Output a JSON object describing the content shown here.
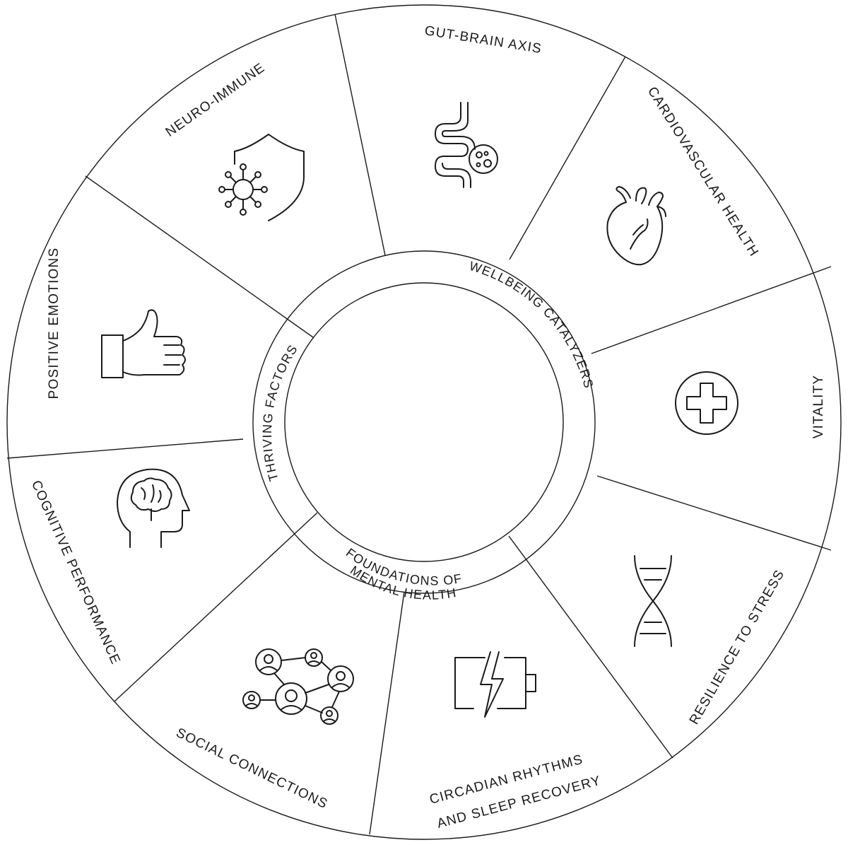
{
  "segments": [
    {
      "label": "GUT-BRAIN AXIS",
      "icon": "intestine-microbe-icon"
    },
    {
      "label": "CARDIOVASCULAR HEALTH",
      "icon": "heart-icon"
    },
    {
      "label": "VITALITY",
      "icon": "medical-cross-icon"
    },
    {
      "label": "RESILIENCE TO STRESS",
      "icon": "dna-icon"
    },
    {
      "label_line1": "CIRCADIAN RHYTHMS",
      "label_line2": "AND SLEEP RECOVERY",
      "icon": "battery-charging-icon"
    },
    {
      "label": "SOCIAL CONNECTIONS",
      "icon": "social-network-icon"
    },
    {
      "label": "COGNITIVE PERFORMANCE",
      "icon": "brain-head-icon"
    },
    {
      "label": "POSITIVE EMOTIONS",
      "icon": "thumbs-up-icon"
    },
    {
      "label": "NEURO-IMMUNE",
      "icon": "shield-virus-icon"
    }
  ],
  "ring": {
    "wellbeing": "WELLBEING CATALYZERS",
    "thriving": "THRIVING FACTORS",
    "foundations_line1": "FOUNDATIONS OF",
    "foundations_line2": "MENTAL HEALTH"
  }
}
